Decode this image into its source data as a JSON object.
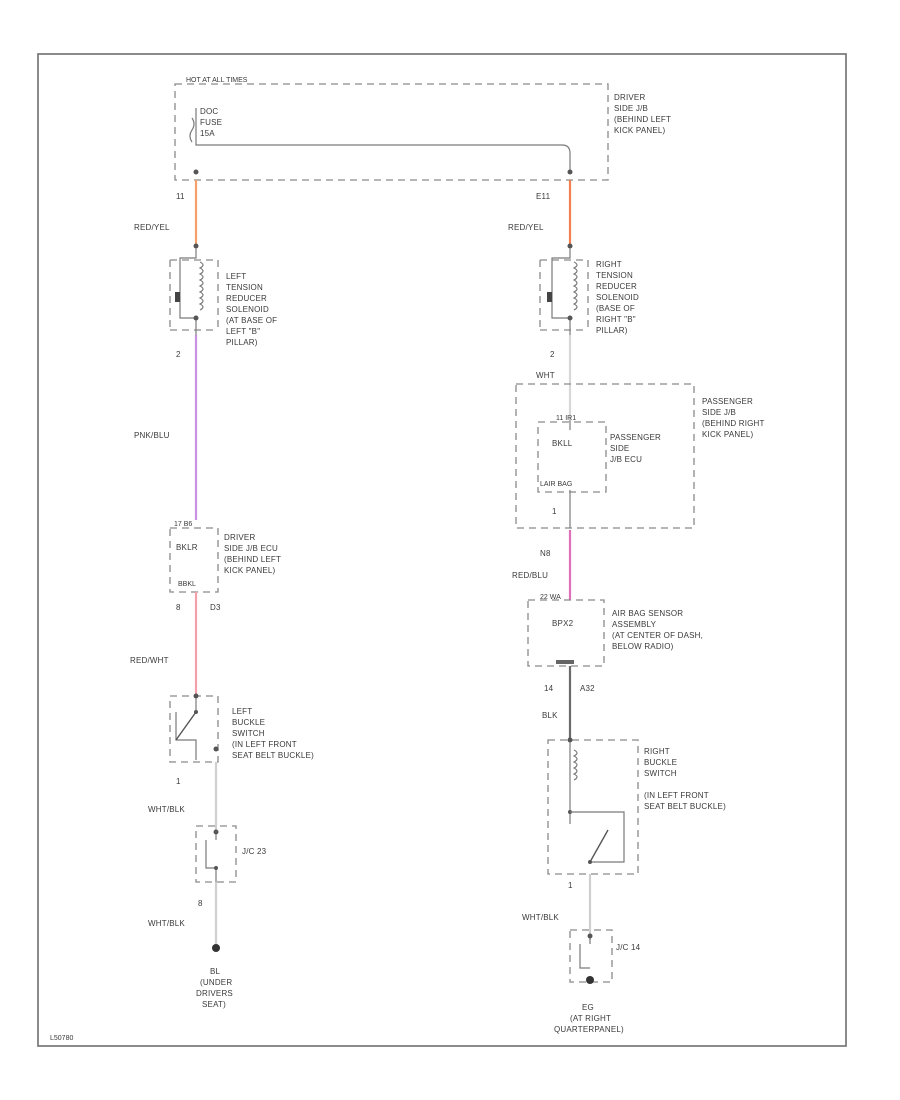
{
  "labels": {
    "hot_at_all_times": "HOT AT ALL TIMES",
    "fuse": [
      "DOC",
      "FUSE",
      "15A"
    ],
    "driver_jb": [
      "DRIVER",
      "SIDE J/B",
      "(BEHIND LEFT",
      "KICK PANEL)"
    ],
    "pin_left_top": "11",
    "pin_right_top": "E11",
    "wire_left_top": "RED/YEL",
    "wire_right_top": "RED/YEL",
    "left_solenoid": [
      "LEFT",
      "TENSION",
      "REDUCER",
      "SOLENOID",
      "(AT BASE OF",
      "LEFT \"B\"",
      "PILLAR)"
    ],
    "right_solenoid": [
      "RIGHT",
      "TENSION",
      "REDUCER",
      "SOLENOID",
      "(BASE OF",
      "RIGHT \"B\"",
      "PILLAR)"
    ],
    "pin_left_sol_bottom": "2",
    "pin_right_sol_bottom": "2",
    "wire_left_mid": "PNK/BLU",
    "wire_right_mid": "WHT",
    "pass_jb": [
      "PASSENGER",
      "SIDE J/B",
      "(BEHIND RIGHT",
      "KICK PANEL)"
    ],
    "pass_ecu": [
      "PASSENGER",
      "SIDE",
      "J/B ECU"
    ],
    "pass_ecu_inner": "BKLL",
    "pass_ecu_pins_top": "11  IR1",
    "pass_ecu_pins_bottom": "LAIR BAG",
    "pass_pin_bottom": "1",
    "driver_ecu_pins_top": "17  B6",
    "driver_ecu_inner": "BKLR",
    "driver_ecu_pins_bottom": "BBKL",
    "driver_ecu": [
      "DRIVER",
      "SIDE J/B ECU",
      "(BEHIND LEFT",
      "KICK PANEL)"
    ],
    "pin_left_ecu_a": "8",
    "pin_left_ecu_b": "D3",
    "pin_right_ecu_bottom": "N8",
    "wire_right_lower": "RED/BLU",
    "airbag_pins_top": "22  WA",
    "airbag_inner": "BPX2",
    "airbag": [
      "AIR BAG SENSOR",
      "ASSEMBLY",
      "(AT CENTER OF DASH,",
      "BELOW RADIO)"
    ],
    "airbag_pin_a": "14",
    "airbag_pin_b": "A32",
    "wire_left_lower": "RED/WHT",
    "wire_right_blk": "BLK",
    "left_buckle": [
      "LEFT",
      "BUCKLE",
      "SWITCH",
      "(IN LEFT FRONT",
      "SEAT BELT BUCKLE)"
    ],
    "right_buckle": [
      "RIGHT",
      "BUCKLE",
      "SWITCH",
      "(IN LEFT FRONT",
      "SEAT BELT BUCKLE)"
    ],
    "pin_left_buckle": "1",
    "pin_right_buckle": "1",
    "wire_left_wb1": "WHT/BLK",
    "wire_left_wb2": "WHT/BLK",
    "wire_right_wb": "WHT/BLK",
    "jc_left": "J/C 23",
    "jc_right": "J/C 14",
    "pin_left_jc": "8",
    "ground_left": [
      "BL",
      "(UNDER",
      "DRIVERS",
      "SEAT)"
    ],
    "ground_right": [
      "EG",
      "(AT RIGHT",
      "QUARTERPANEL)"
    ],
    "figure_id": "L50780"
  },
  "wire_colors": {
    "red_yel": "#f5a06a",
    "pnk_blu": "#c98fe0",
    "red_wht": "#f5a0a8",
    "red_blu": "#e070b8",
    "blk": "#6a6a6a",
    "wht": "#d8d8d8",
    "frame": "#6e6e6e"
  }
}
